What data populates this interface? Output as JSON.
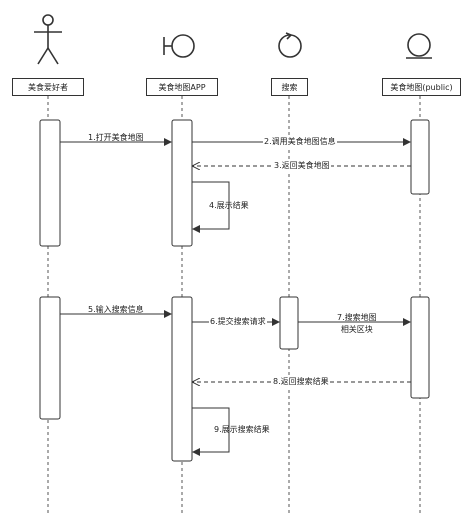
{
  "participants": [
    {
      "label": "美食爱好者",
      "icon": "actor-icon"
    },
    {
      "label": "美食地图APP",
      "icon": "boundary-icon"
    },
    {
      "label": "搜索",
      "icon": "control-icon"
    },
    {
      "label": "美食地图(public)",
      "icon": "entity-icon"
    }
  ],
  "messages": [
    {
      "text": "1.打开美食地图"
    },
    {
      "text": "2.调用美食地图信息"
    },
    {
      "text": "3.返回美食地图"
    },
    {
      "text": "4.展示结果"
    },
    {
      "text": "5.输入搜索信息"
    },
    {
      "text": "6.提交搜索请求"
    },
    {
      "text": "7.搜索地图",
      "text2": "相关区块"
    },
    {
      "text": "8.返回搜索结果"
    },
    {
      "text": "9.展示搜索结果"
    }
  ]
}
